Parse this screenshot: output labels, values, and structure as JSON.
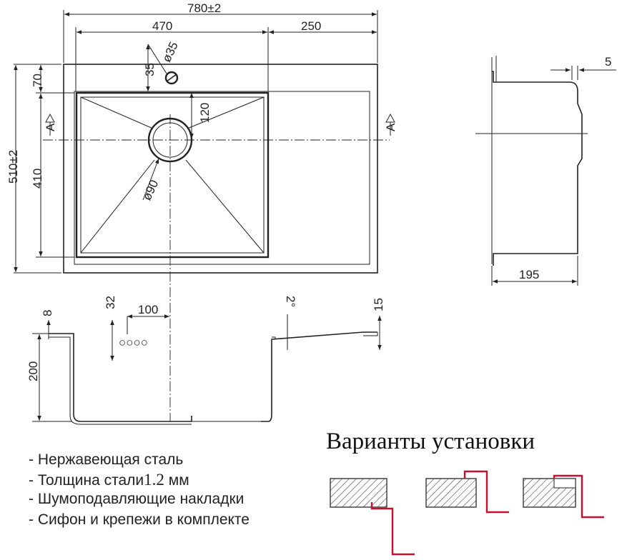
{
  "top_view": {
    "dims": {
      "width_total": "780±2",
      "bowl_width": "470",
      "drainboard_width": "250",
      "tap_hole_dia": "ø35",
      "tap_offset_x": "35",
      "top_margin": "70",
      "height_total": "510±2",
      "bowl_height": "410",
      "drain_offset": "120",
      "drain_dia": "ø90",
      "section_mark": "A"
    }
  },
  "side_view": {
    "dims": {
      "lip": "5",
      "depth": "195"
    }
  },
  "section_view": {
    "dims": {
      "rim": "8",
      "offset": "32",
      "drain_spacing": "100",
      "slope": "2°",
      "board_thickness": "15",
      "depth": "200"
    }
  },
  "features": [
    {
      "dash": "-",
      "text": "Нержавеющая сталь",
      "num": "",
      "unit": ""
    },
    {
      "dash": "-",
      "text": "Толщина стали",
      "num": "1.2",
      "unit": "мм"
    },
    {
      "dash": "-",
      "text": "Шумоподавляющие накладки",
      "num": "",
      "unit": ""
    },
    {
      "dash": "-",
      "text": "Сифон и крепежи в комплекте",
      "num": "",
      "unit": ""
    }
  ],
  "install": {
    "title": "Варианты установки",
    "accent_color": "#c8102e"
  }
}
